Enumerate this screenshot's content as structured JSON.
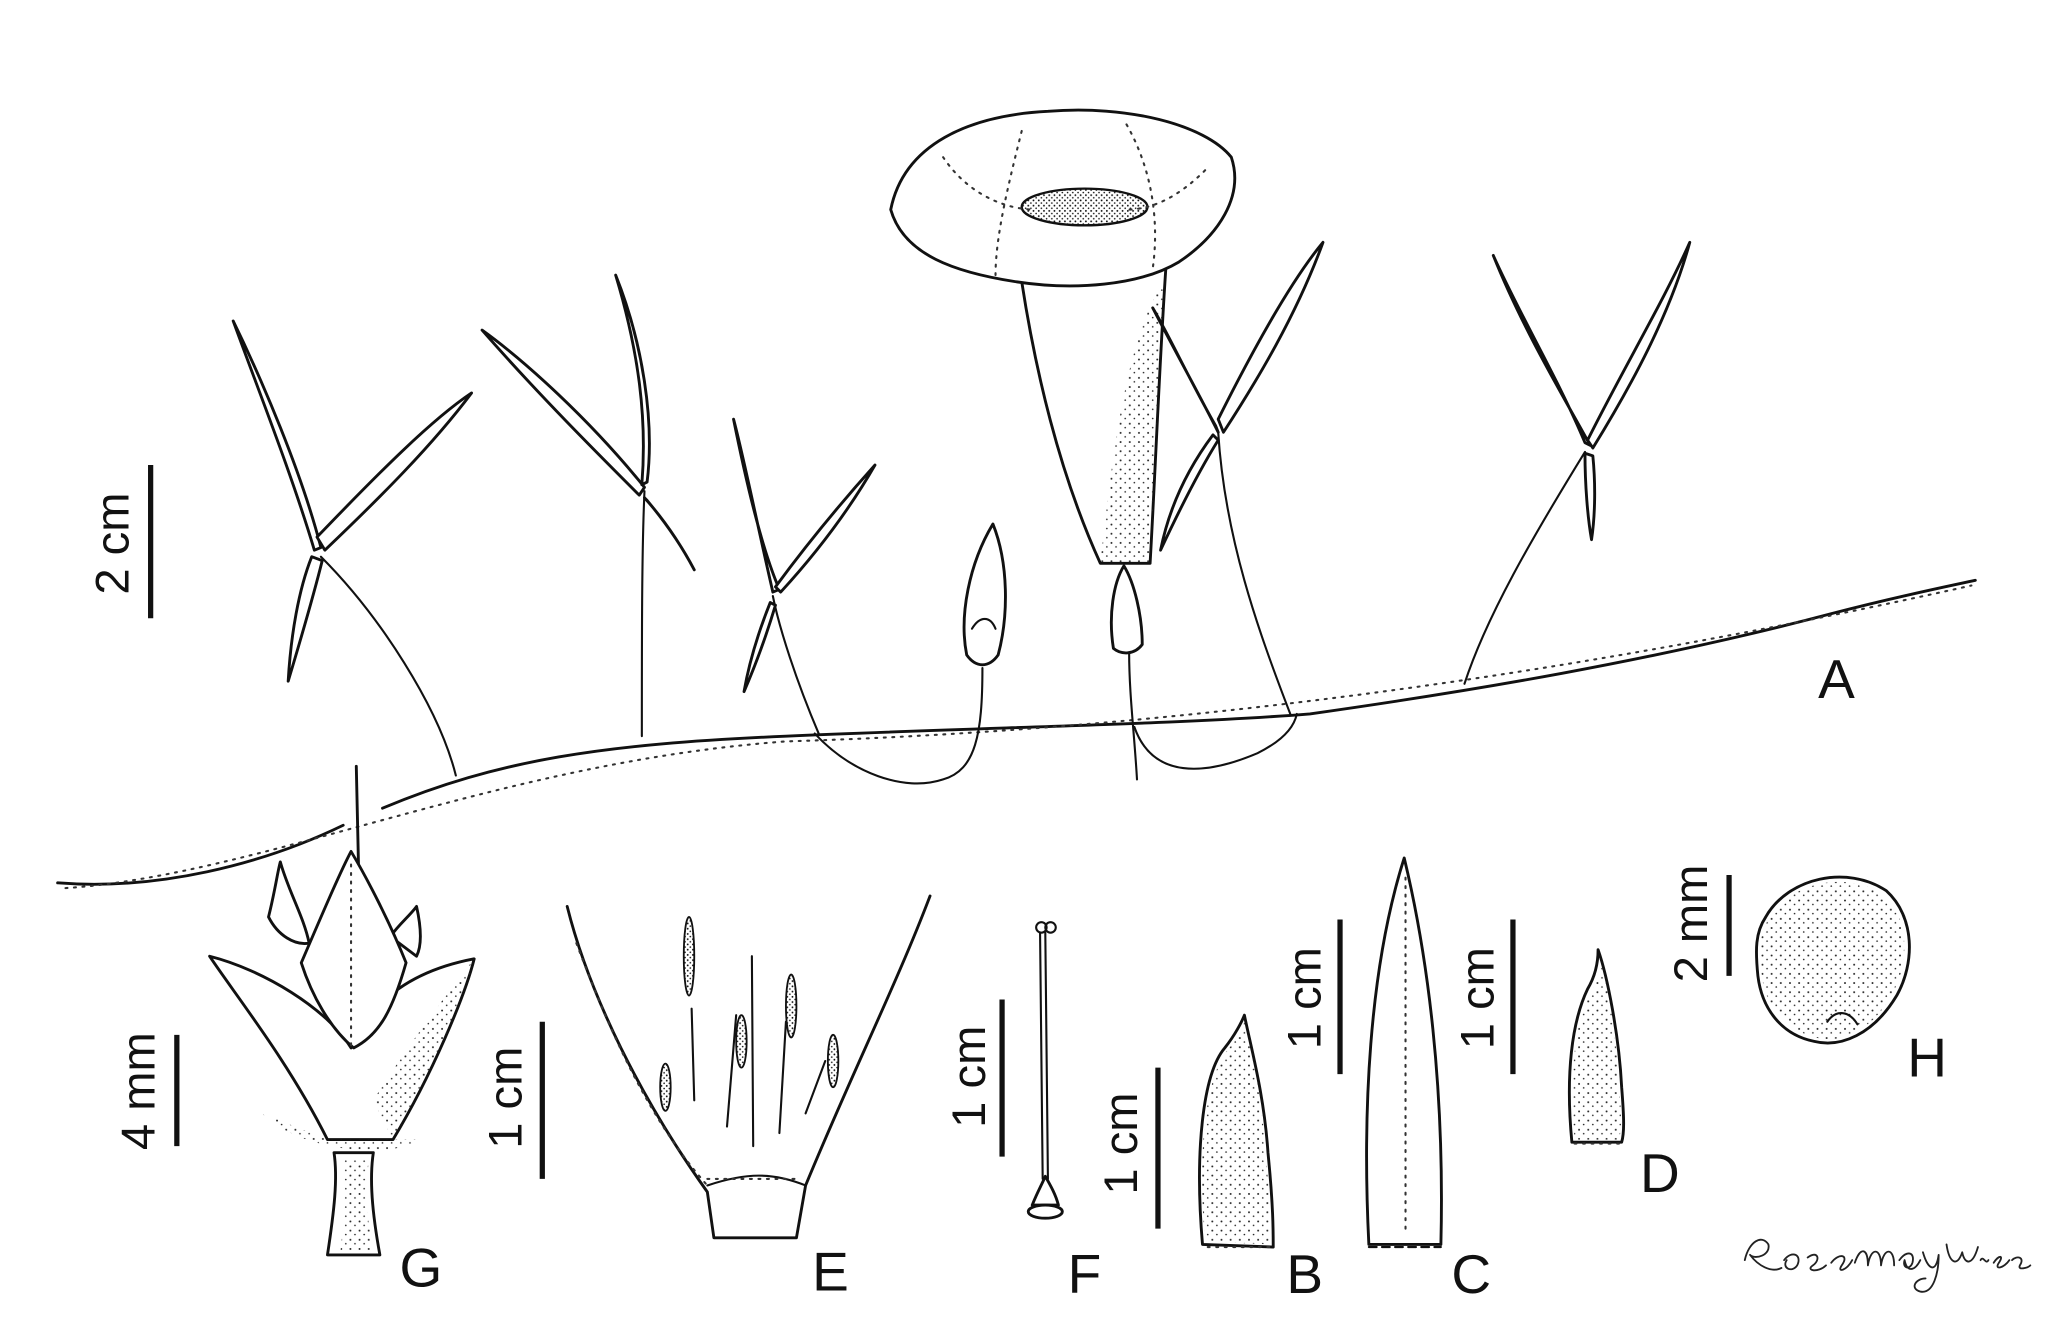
{
  "figure_labels": {
    "a": "A",
    "b": "B",
    "c": "C",
    "d": "D",
    "e": "E",
    "f": "F",
    "g": "G",
    "h": "H"
  },
  "scale_bars": {
    "habit": "2 cm",
    "calyx": "4 mm",
    "corolla_section": "1 cm",
    "pistil": "1 cm",
    "sepal_b": "1 cm",
    "sepal_c": "1 cm",
    "sepal_d": "1 cm",
    "seed": "2 mm"
  },
  "signature": "Rosemary Wise"
}
